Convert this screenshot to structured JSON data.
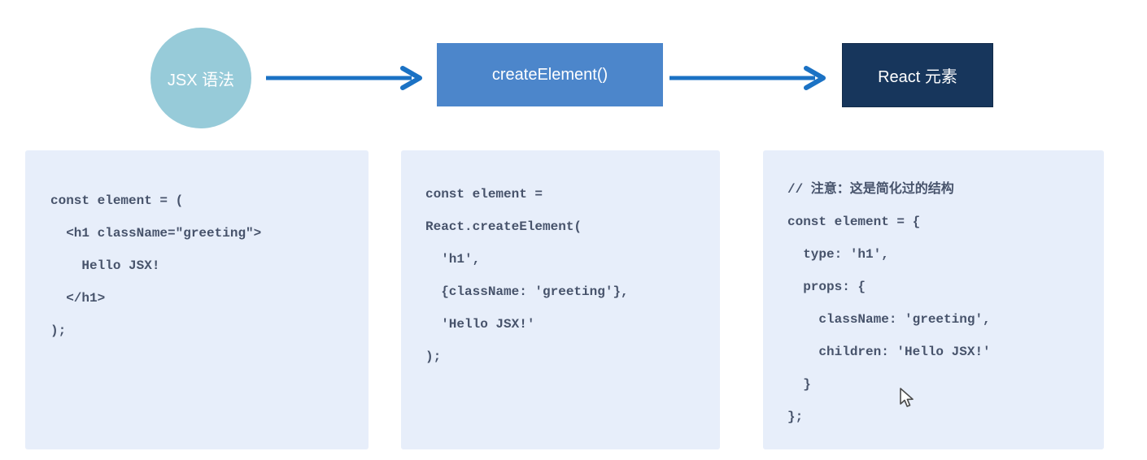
{
  "flow": {
    "nodes": [
      {
        "id": "jsx-syntax",
        "label": "JSX 语法",
        "shape": "circle"
      },
      {
        "id": "create-element",
        "label": "createElement()",
        "shape": "rect"
      },
      {
        "id": "react-element",
        "label": "React 元素",
        "shape": "rect"
      }
    ],
    "arrows": [
      {
        "from": "jsx-syntax",
        "to": "create-element"
      },
      {
        "from": "create-element",
        "to": "react-element"
      }
    ]
  },
  "code_panels": [
    {
      "id": "jsx-code",
      "lines": [
        "const element = (",
        "  <h1 className=\"greeting\">",
        "    Hello JSX!",
        "  </h1>",
        ");"
      ]
    },
    {
      "id": "create-element-code",
      "lines": [
        "const element =",
        "React.createElement(",
        "  'h1',",
        "  {className: 'greeting'},",
        "  'Hello JSX!'",
        ");"
      ]
    },
    {
      "id": "react-element-code",
      "lines": [
        "// 注意：这是简化过的结构",
        "const element = {",
        "  type: 'h1',",
        "  props: {",
        "    className: 'greeting',",
        "    children: 'Hello JSX!'",
        "  }",
        "};"
      ]
    }
  ],
  "colors": {
    "circle_bg": "#97cbd9",
    "create_bg": "#4c86cb",
    "react_bg": "#17365c",
    "panel_bg": "#e7eefa",
    "arrow": "#1b72c4",
    "code_text": "#47536b",
    "node_text": "#ffffff",
    "page_bg": "#ffffff"
  }
}
